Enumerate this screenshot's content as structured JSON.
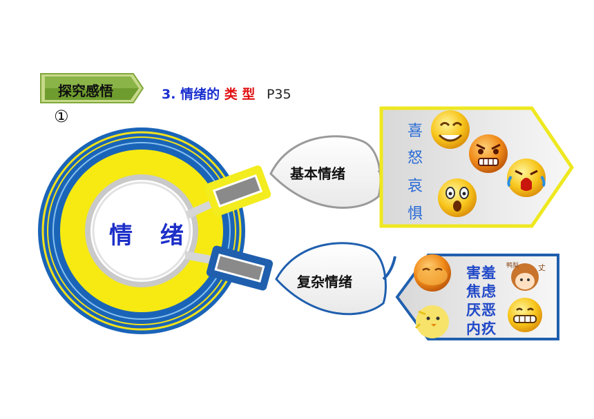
{
  "header": {
    "tag": "探究感悟",
    "title_number": "3.",
    "title_main": "情绪的",
    "title_highlight": "类 型",
    "title_page": "P35",
    "circled": "①"
  },
  "diagram": {
    "center": "情 绪",
    "branches": [
      {
        "label": "基本情绪",
        "emotions": [
          "喜",
          "怒",
          "哀",
          "惧"
        ]
      },
      {
        "label": "复杂情绪",
        "emotions": [
          "害羞",
          "焦虑",
          "厌恶",
          "内疚"
        ]
      }
    ],
    "colors": {
      "ring_blue": "#1565c0",
      "ring_yellow": "#f5e400",
      "accent_yellow": "#f0ec20",
      "accent_blue": "#1f5fae"
    }
  }
}
